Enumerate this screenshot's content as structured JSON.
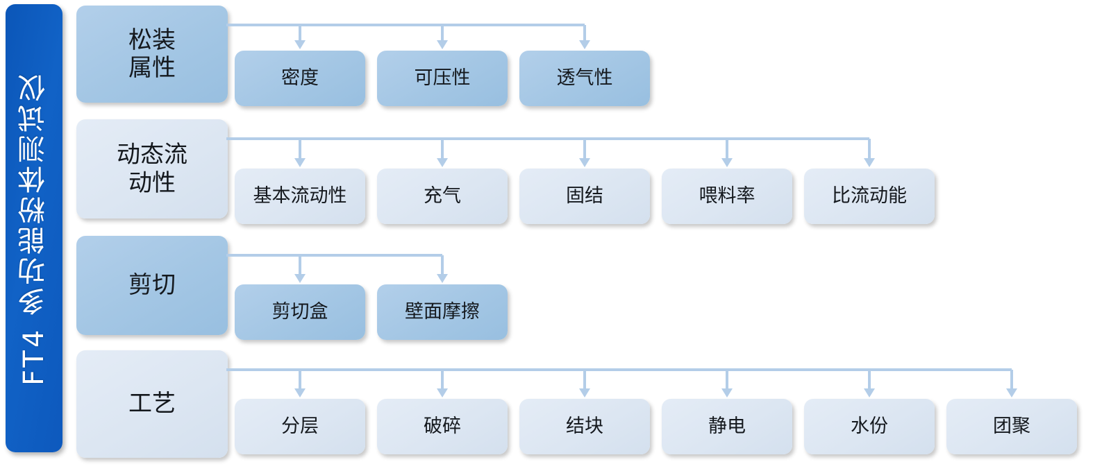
{
  "banner": {
    "title": "FT4 多功能粉体测试仪",
    "color": "#0d5bbf",
    "text_color": "#ffffff"
  },
  "theme": {
    "box_dark": "#a3c6e4",
    "box_light": "#dce6f2",
    "connector": "#b3cde8",
    "text": "#14181d"
  },
  "diagram": {
    "type": "tree",
    "orientation": "left-to-right",
    "root_label": "FT4 多功能粉体测试仪",
    "branches": [
      {
        "id": "bulk-properties",
        "label": "松装\n属性",
        "label_lines": [
          "松装",
          "属性"
        ],
        "tone": "dark",
        "children": [
          {
            "id": "density",
            "label": "密度",
            "tone": "dark"
          },
          {
            "id": "compressibility",
            "label": "可压性",
            "tone": "dark"
          },
          {
            "id": "permeability",
            "label": "透气性",
            "tone": "dark"
          }
        ]
      },
      {
        "id": "dynamic-flow",
        "label": "动态流\n动性",
        "label_lines": [
          "动态流",
          "动性"
        ],
        "tone": "light",
        "children": [
          {
            "id": "basic-flowability",
            "label": "基本流动性",
            "tone": "light"
          },
          {
            "id": "aeration",
            "label": "充气",
            "tone": "light"
          },
          {
            "id": "consolidation",
            "label": "固结",
            "tone": "light"
          },
          {
            "id": "feed-rate",
            "label": "喂料率",
            "tone": "light"
          },
          {
            "id": "specific-flow-energy",
            "label": "比流动能",
            "tone": "light"
          }
        ]
      },
      {
        "id": "shear",
        "label": "剪切",
        "label_lines": [
          "剪切"
        ],
        "tone": "dark",
        "children": [
          {
            "id": "shear-cell",
            "label": "剪切盒",
            "tone": "dark"
          },
          {
            "id": "wall-friction",
            "label": "壁面摩擦",
            "tone": "dark"
          }
        ]
      },
      {
        "id": "process",
        "label": "工艺",
        "label_lines": [
          "工艺"
        ],
        "tone": "light",
        "children": [
          {
            "id": "segregation",
            "label": "分层",
            "tone": "light"
          },
          {
            "id": "attrition",
            "label": "破碎",
            "tone": "light"
          },
          {
            "id": "caking",
            "label": "结块",
            "tone": "light"
          },
          {
            "id": "electrostatic",
            "label": "静电",
            "tone": "light"
          },
          {
            "id": "moisture",
            "label": "水份",
            "tone": "light"
          },
          {
            "id": "agglomeration",
            "label": "团聚",
            "tone": "light"
          }
        ]
      }
    ]
  }
}
